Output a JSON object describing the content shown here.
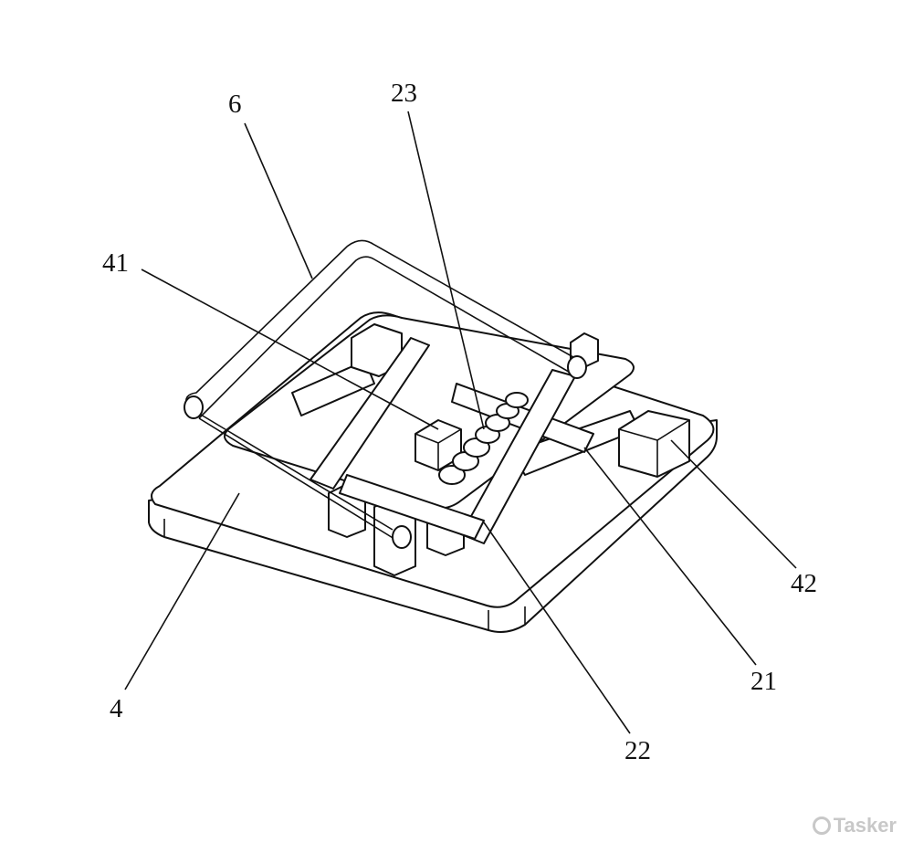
{
  "labels": {
    "l6": "6",
    "l23": "23",
    "l41": "41",
    "l42": "42",
    "l21": "21",
    "l22": "22",
    "l4": "4"
  },
  "watermark": "Tasker"
}
